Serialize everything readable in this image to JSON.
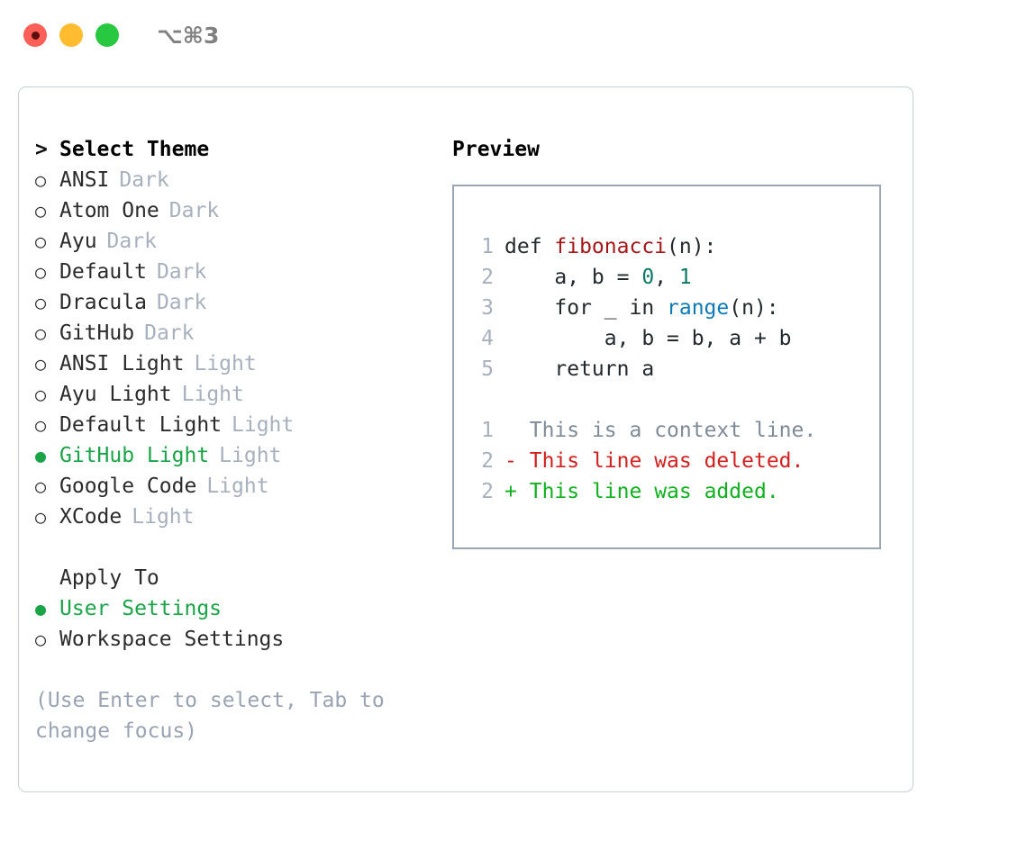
{
  "titlebar": {
    "shortcut": "⌥⌘3",
    "buttons": [
      {
        "name": "close",
        "color": "#ff5f57"
      },
      {
        "name": "minimize",
        "color": "#febc2e"
      },
      {
        "name": "maximize",
        "color": "#28c840"
      }
    ]
  },
  "theme_section": {
    "header": "Select Theme",
    "header_marker": ">",
    "unselected_marker": "○",
    "selected_marker": "●",
    "accent_color": "#19a447",
    "muted_color": "#a8b0bd",
    "items": [
      {
        "marker": "○",
        "label": "ANSI",
        "suffix": "Dark",
        "selected": false
      },
      {
        "marker": "○",
        "label": "Atom One",
        "suffix": "Dark",
        "selected": false
      },
      {
        "marker": "○",
        "label": "Ayu",
        "suffix": "Dark",
        "selected": false
      },
      {
        "marker": "○",
        "label": "Default",
        "suffix": "Dark",
        "selected": false
      },
      {
        "marker": "○",
        "label": "Dracula",
        "suffix": "Dark",
        "selected": false
      },
      {
        "marker": "○",
        "label": "GitHub",
        "suffix": "Dark",
        "selected": false
      },
      {
        "marker": "○",
        "label": "ANSI Light",
        "suffix": "Light",
        "selected": false
      },
      {
        "marker": "○",
        "label": "Ayu Light",
        "suffix": "Light",
        "selected": false
      },
      {
        "marker": "○",
        "label": "Default Light",
        "suffix": "Light",
        "selected": false
      },
      {
        "marker": "●",
        "label": "GitHub Light",
        "suffix": "Light",
        "selected": true
      },
      {
        "marker": "○",
        "label": "Google Code",
        "suffix": "Light",
        "selected": false
      },
      {
        "marker": "○",
        "label": "XCode",
        "suffix": "Light",
        "selected": false
      }
    ]
  },
  "apply_section": {
    "header": "Apply To",
    "items": [
      {
        "marker": "●",
        "label": "User Settings",
        "selected": true
      },
      {
        "marker": "○",
        "label": "Workspace Settings",
        "selected": false
      }
    ]
  },
  "hint": "(Use Enter to select, Tab to change focus)",
  "preview": {
    "title": "Preview",
    "code_lines": [
      {
        "number": "1",
        "tokens": [
          {
            "text": "def ",
            "type": "plain"
          },
          {
            "text": "fibonacci",
            "type": "fn"
          },
          {
            "text": "(n):",
            "type": "plain"
          }
        ]
      },
      {
        "number": "2",
        "tokens": [
          {
            "text": "    a, b = ",
            "type": "plain"
          },
          {
            "text": "0",
            "type": "num"
          },
          {
            "text": ", ",
            "type": "plain"
          },
          {
            "text": "1",
            "type": "num"
          }
        ]
      },
      {
        "number": "3",
        "tokens": [
          {
            "text": "    for _ in ",
            "type": "plain"
          },
          {
            "text": "range",
            "type": "call"
          },
          {
            "text": "(n):",
            "type": "plain"
          }
        ]
      },
      {
        "number": "4",
        "tokens": [
          {
            "text": "        a, b = b, a + b",
            "type": "plain"
          }
        ]
      },
      {
        "number": "5",
        "tokens": [
          {
            "text": "    return a",
            "type": "plain"
          }
        ]
      }
    ],
    "diff_lines": [
      {
        "number": "1",
        "sign": " ",
        "text": "This is a context line.",
        "kind": "context"
      },
      {
        "number": "2",
        "sign": "-",
        "text": "This line was deleted.",
        "kind": "deleted"
      },
      {
        "number": "2",
        "sign": "+",
        "text": "This line was added.",
        "kind": "added"
      }
    ]
  }
}
